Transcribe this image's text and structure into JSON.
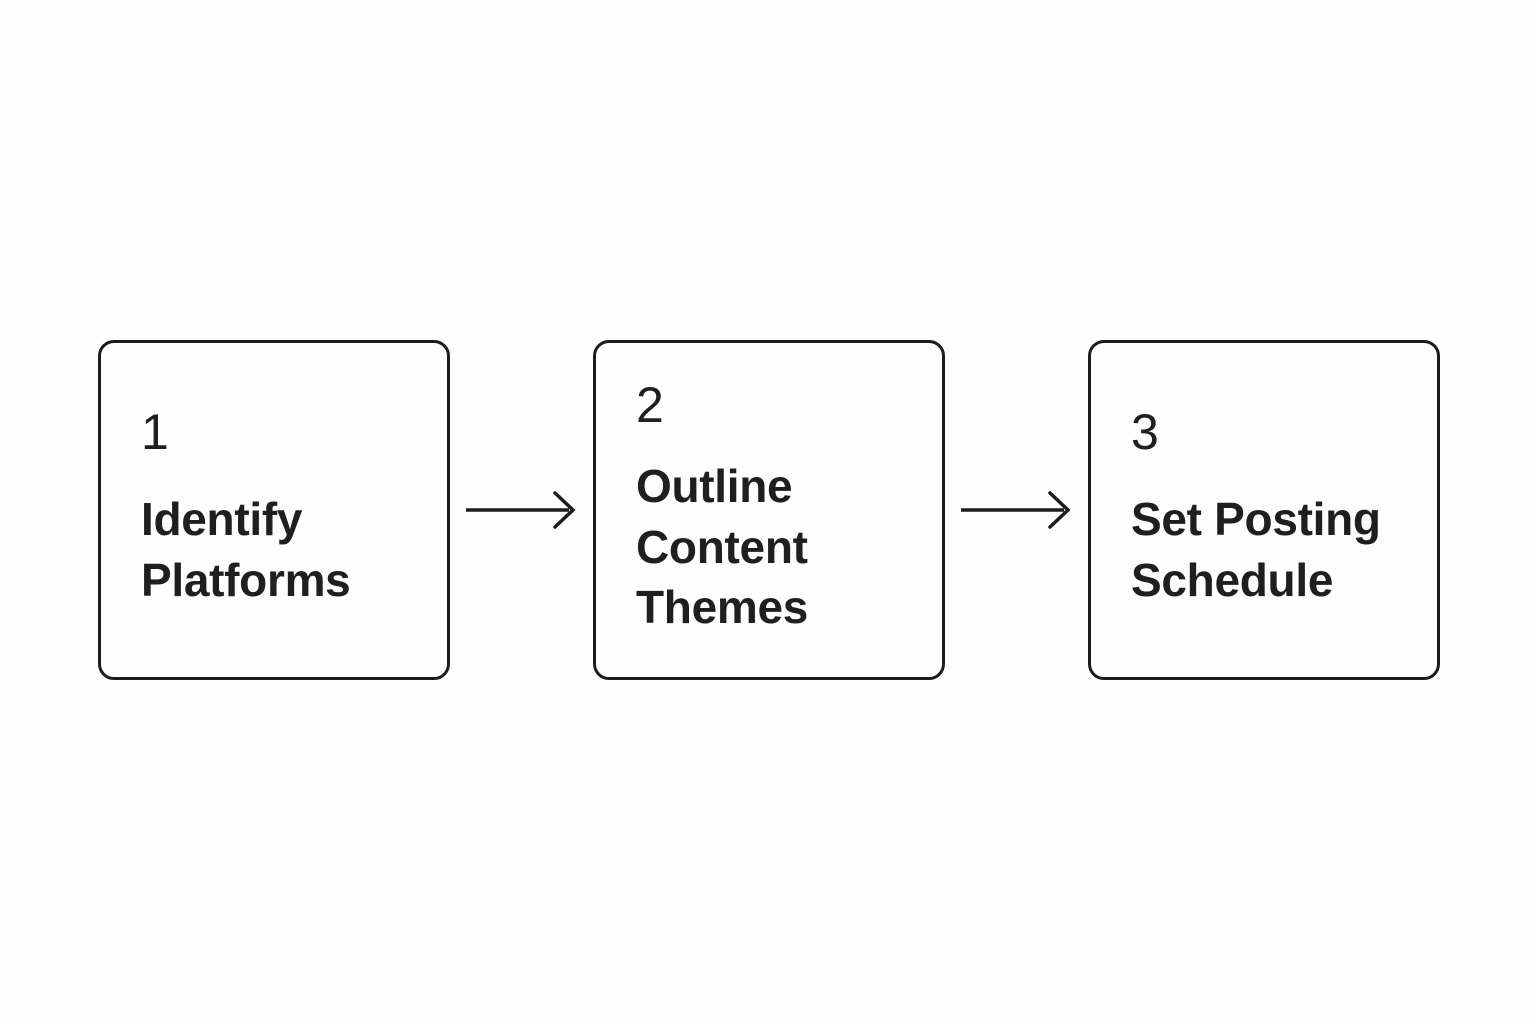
{
  "diagram": {
    "type": "horizontal-process-flow",
    "background_color": "#fdfdfd",
    "stroke_color": "#1c1c1c",
    "text_color": "#1f1f1f",
    "steps": [
      {
        "number": "1",
        "label": "Identify\nPlatforms",
        "label_lines": [
          "Identify",
          "Platforms"
        ]
      },
      {
        "number": "2",
        "label": "Outline\nContent\nThemes",
        "label_lines": [
          "Outline",
          "Content",
          "Themes"
        ]
      },
      {
        "number": "3",
        "label": "Set Posting\nSchedule",
        "label_lines": [
          "Set Posting",
          "Schedule"
        ]
      }
    ],
    "connectors": [
      {
        "from": "1",
        "to": "2",
        "style": "arrow-right"
      },
      {
        "from": "2",
        "to": "3",
        "style": "arrow-right"
      }
    ]
  }
}
